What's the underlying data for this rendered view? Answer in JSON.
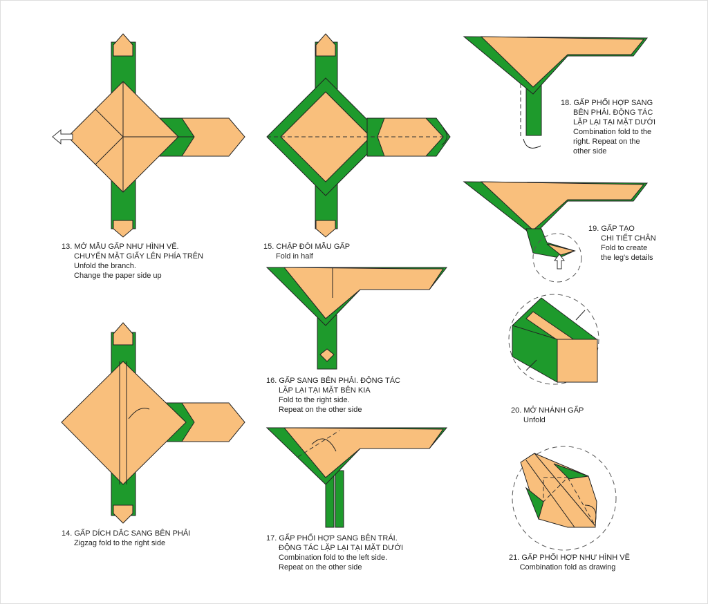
{
  "colors": {
    "green": "#1e9a2c",
    "orange": "#f9bf7c"
  },
  "steps": [
    {
      "id": 13,
      "lines": [
        "13. MỞ MẪU GẤP NHƯ HÌNH VẼ.",
        "CHUYỂN MẶT GIẤY LÊN PHÍA TRÊN",
        "Unfold the branch.",
        "Change the paper side up"
      ]
    },
    {
      "id": 14,
      "lines": [
        "14. GẤP DÍCH DẮC SANG BÊN PHẢI",
        "Zigzag fold to the right side"
      ]
    },
    {
      "id": 15,
      "lines": [
        "15. CHẬP ĐÔI MẪU GẤP",
        "Fold in half"
      ]
    },
    {
      "id": 16,
      "lines": [
        "16. GẤP SANG BÊN PHẢI. ĐỘNG TÁC",
        "LẶP LẠI TẠI MẶT BÊN KIA",
        "Fold to the right side.",
        "Repeat on the other side"
      ]
    },
    {
      "id": 17,
      "lines": [
        "17. GẤP PHỐI HỢP SANG BÊN TRÁI.",
        "ĐỘNG TÁC LẶP LẠI TẠI MẶT DƯỚI",
        "Combination fold to the left side.",
        "Repeat on the other side"
      ]
    },
    {
      "id": 18,
      "lines": [
        "18. GẤP PHỐI HỢP SANG",
        "BÊN PHẢI. ĐỘNG TÁC",
        "LẶP LẠI TẠI MẶT DƯỚI",
        "Combination fold to the",
        "right. Repeat on the",
        "other side"
      ]
    },
    {
      "id": 19,
      "lines": [
        "19. GẤP TẠO",
        "CHI TIẾT CHÂN",
        "Fold to create",
        "the leg's details"
      ]
    },
    {
      "id": 20,
      "lines": [
        "20. MỞ NHÁNH GẤP",
        "Unfold"
      ]
    },
    {
      "id": 21,
      "lines": [
        "21. GẤP PHỐI HỢP NHƯ HÌNH VẼ",
        "Combination fold as drawing"
      ]
    }
  ]
}
